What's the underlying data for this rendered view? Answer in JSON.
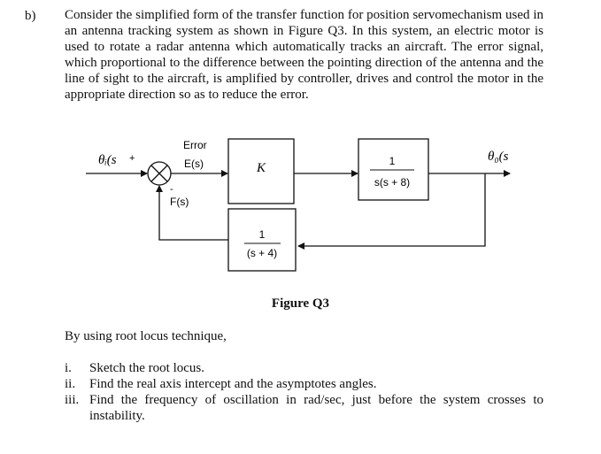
{
  "part_label": "b)",
  "paragraph": "Consider the simplified form of the transfer function for position servomechanism used in an antenna tracking system as shown in Figure Q3. In this system, an electric motor is used to rotate a radar antenna which automatically tracks an aircraft. The error signal, which proportional to the difference between the pointing direction of the antenna and the line of sight to the aircraft, is amplified by controller, drives and control the motor in the appropriate direction so as to reduce the error.",
  "diagram": {
    "input_label": "θᵢ(s",
    "plus_sign": "+",
    "minus_sign": "-",
    "error_label": "Error",
    "error_signal": "E(s)",
    "feedback_signal": "F(s)",
    "controller_gain": "K",
    "plant_num": "1",
    "plant_den": "s(s + 8)",
    "feedback_num": "1",
    "feedback_den": "(s + 4)",
    "output_label": "θ₀(s"
  },
  "figure_caption": "Figure Q3",
  "intro": "By using root locus technique,",
  "questions": [
    {
      "num": "i.",
      "text": "Sketch the root locus."
    },
    {
      "num": "ii.",
      "text": "Find the real axis intercept and the asymptotes angles."
    },
    {
      "num": "iii.",
      "text": "Find the frequency of oscillation in rad/sec, just before the system crosses to instability."
    }
  ]
}
